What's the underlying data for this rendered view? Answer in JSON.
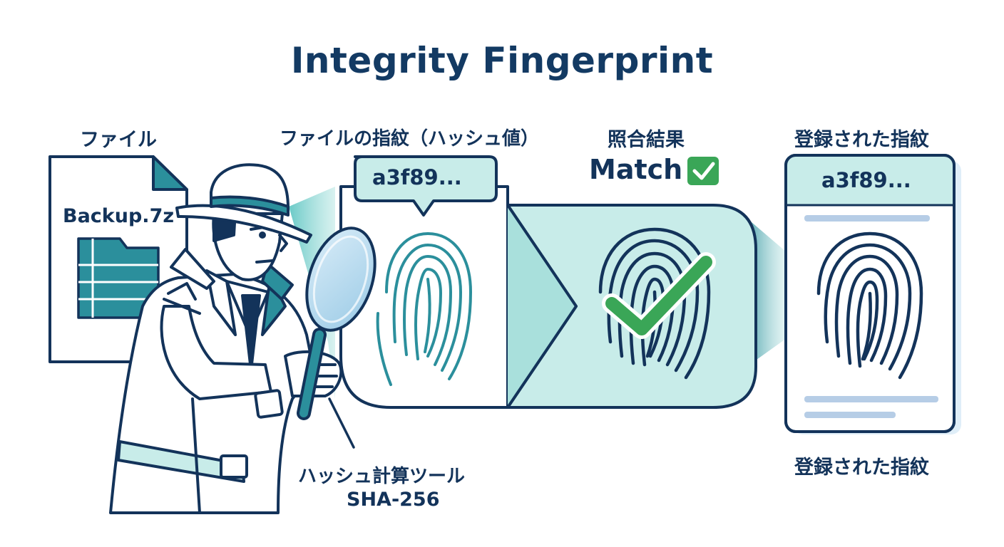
{
  "title": "Integrity Fingerprint",
  "labels": {
    "file": "ファイル",
    "file_fingerprint": "ファイルの指紋（ハッシュ値）",
    "comparison_result": "照合結果",
    "registered_top": "登録された指紋",
    "registered_bottom": "登録された指紋",
    "tool": "ハッシュ計算ツール",
    "algorithm": "SHA-256"
  },
  "file": {
    "name": "Backup.7z"
  },
  "hash": {
    "computed": "a3f89...",
    "registered": "a3f89..."
  },
  "result": {
    "text": "Match"
  },
  "colors": {
    "navy": "#13335a",
    "teal": "#2b8f9c",
    "light_teal": "#c8ece9",
    "match_green": "#3aa657"
  }
}
